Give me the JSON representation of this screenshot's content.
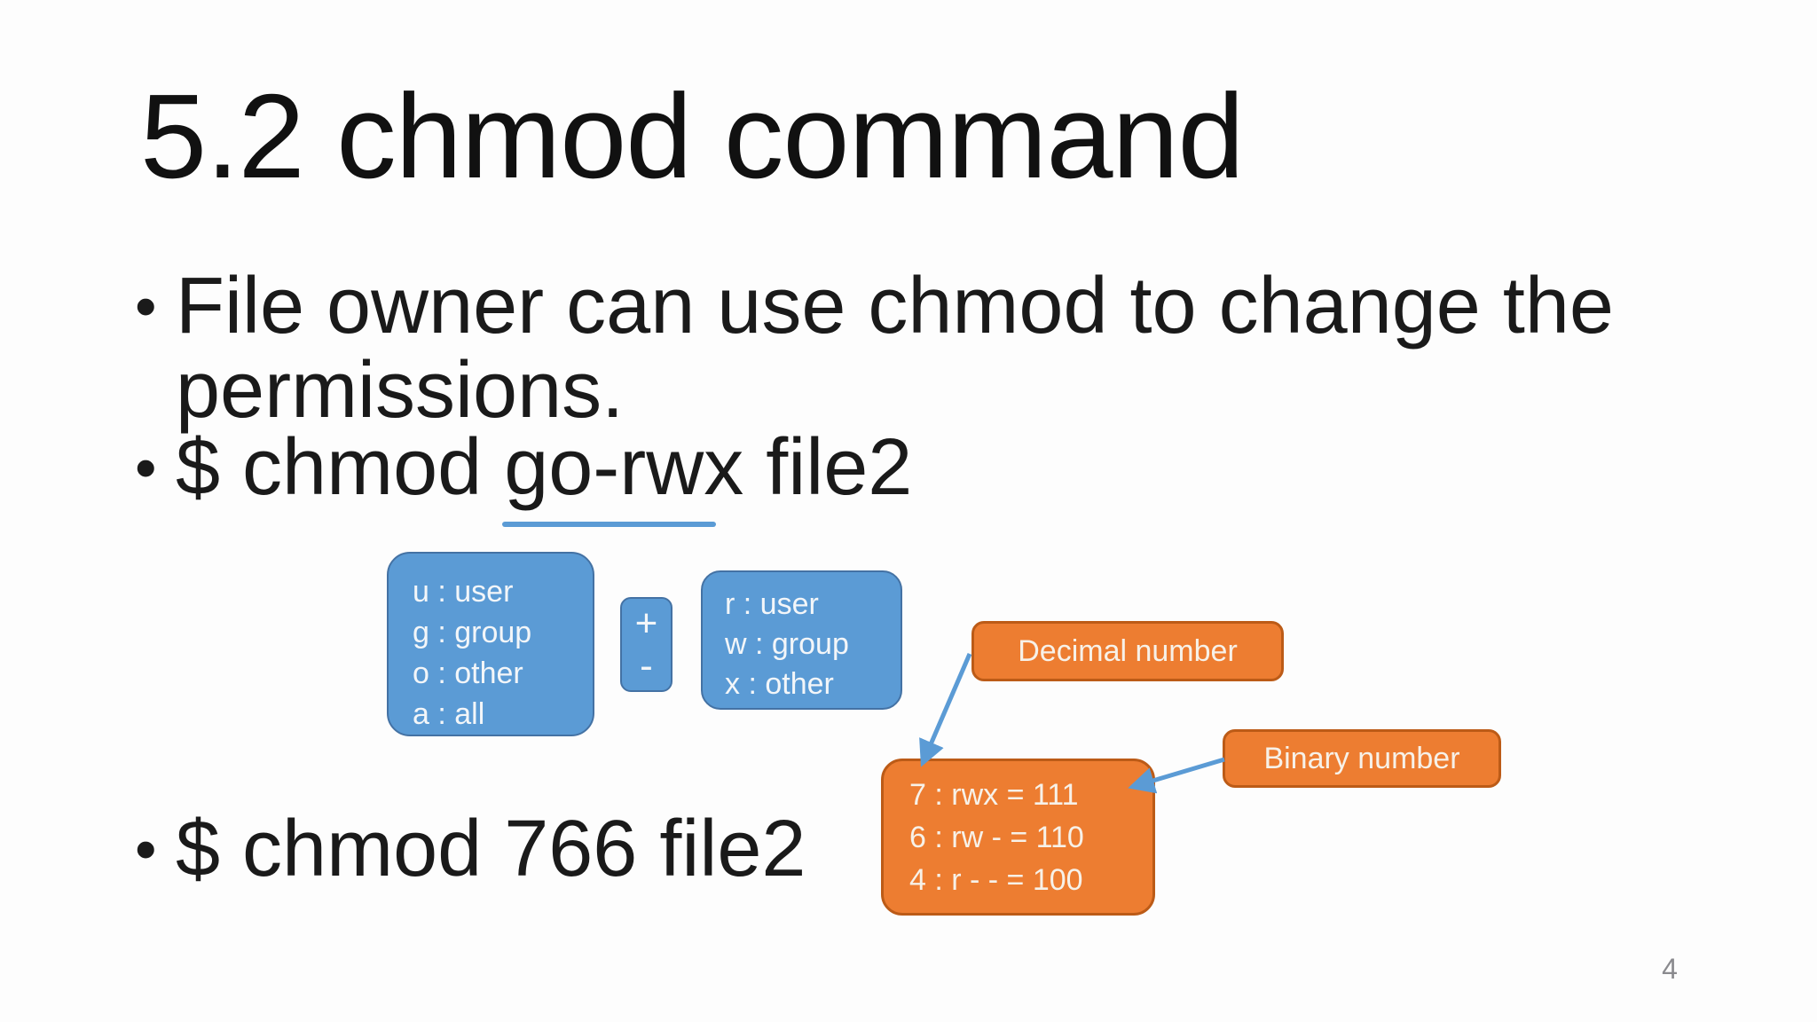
{
  "slide": {
    "title": "5.2 chmod command",
    "bullet_char": "•",
    "bullets": [
      {
        "text": "File owner can use chmod to change the permissions."
      },
      {
        "text": "$ chmod go-rwx file2",
        "underlined_part": "go-rwx"
      },
      {
        "text": "$ chmod 766 file2"
      }
    ],
    "page_number": "4"
  },
  "diagram": {
    "who_box": {
      "lines": [
        "u : user",
        "g : group",
        "o : other",
        "a : all"
      ]
    },
    "op_box": {
      "lines": [
        "+",
        "-"
      ]
    },
    "perm_box": {
      "lines": [
        "r : user",
        "w : group",
        "x : other"
      ]
    },
    "decimal_label": "Decimal number",
    "binary_label": "Binary number",
    "octal_box": {
      "lines": [
        "7 : rwx = 111",
        "6 : rw - = 110",
        "4 : r - - = 100"
      ]
    }
  },
  "colors": {
    "accent_blue": "#5B9BD5",
    "accent_blue_border": "#4472A4",
    "accent_orange": "#ED7D31",
    "accent_orange_border": "#BC5B17",
    "body_text": "#1A1A1A",
    "page_number_gray": "#8A8A8E"
  }
}
